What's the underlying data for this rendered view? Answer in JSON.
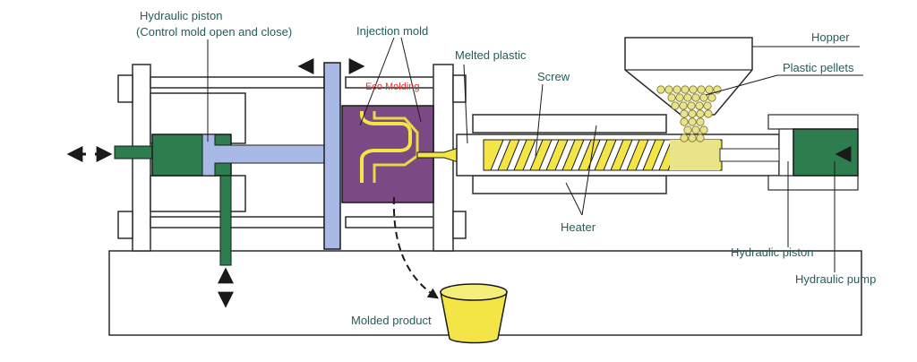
{
  "labels": {
    "hydraulic_piston_left_line1": "Hydraulic piston",
    "hydraulic_piston_left_line2": "(Control mold open and close)",
    "injection_mold": "Injection mold",
    "melted_plastic": "Melted plastic",
    "hopper": "Hopper",
    "plastic_pellets": "Plastic pellets",
    "screw": "Screw",
    "eco_molding": "Eco Molding",
    "heater": "Heater",
    "hydraulic_piston_right": "Hydraulic piston",
    "hydraulic_pump": "Hydraulic pump",
    "molded_product": "Molded product"
  },
  "colors": {
    "label_text": "#1f5e5a",
    "brand_red": "#e0302a",
    "hydraulic_green": "#2e7d4f",
    "piston_blue": "#a9b9e6",
    "mold_purple": "#7b4a84",
    "plastic_yellow": "#f2e545",
    "pellet_yellow": "#e9e38a",
    "outline": "#2b2b2b"
  }
}
